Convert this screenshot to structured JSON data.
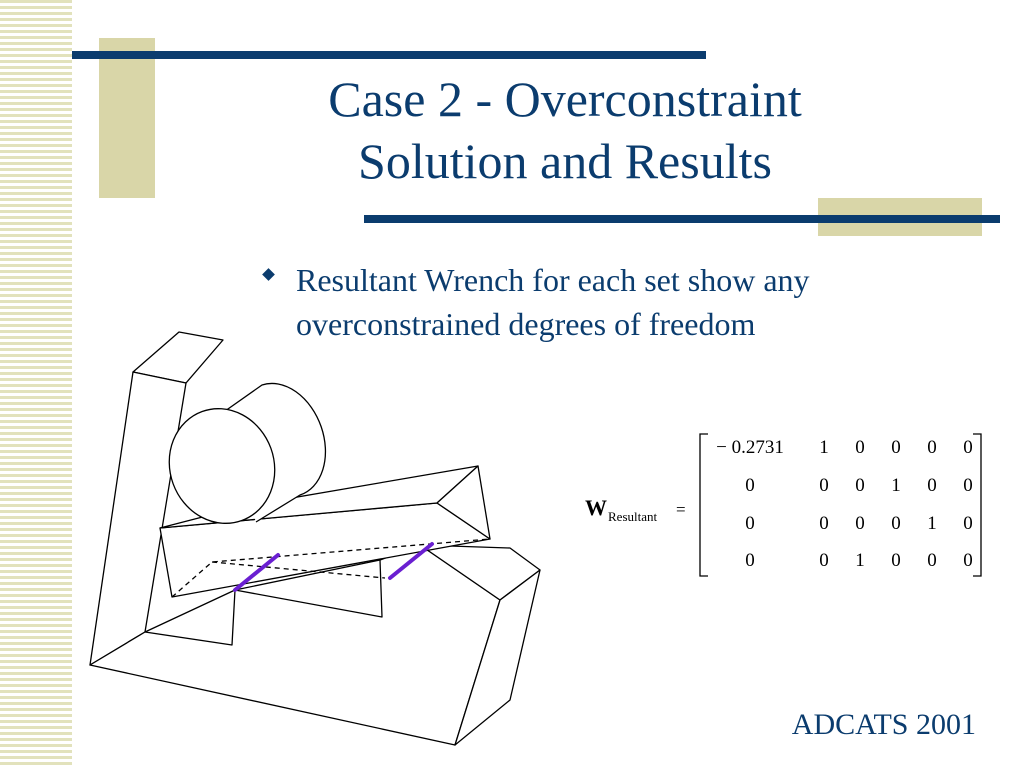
{
  "slide": {
    "title_line1": "Case 2 - Overconstraint",
    "title_line2": "Solution and Results",
    "bullet_line1": "Resultant Wrench for each set show any",
    "bullet_line2": "overconstrained degrees of freedom",
    "footer": "ADCATS 2001"
  },
  "equation": {
    "symbol": "W",
    "subscript": "Resultant",
    "equals": "=",
    "rows": [
      [
        "− 0.2731",
        "1",
        "0",
        "0",
        "0",
        "0"
      ],
      [
        "0",
        "0",
        "0",
        "1",
        "0",
        "0"
      ],
      [
        "0",
        "0",
        "0",
        "0",
        "1",
        "0"
      ],
      [
        "0",
        "0",
        "1",
        "0",
        "0",
        "0"
      ]
    ]
  },
  "colors": {
    "navy": "#0b3c6e",
    "khaki": "#d9d6a8",
    "stripe": "#e2e2bc",
    "contact_line": "#6a1fd1"
  },
  "icons": {
    "bullet": "diamond-bullet-icon"
  }
}
